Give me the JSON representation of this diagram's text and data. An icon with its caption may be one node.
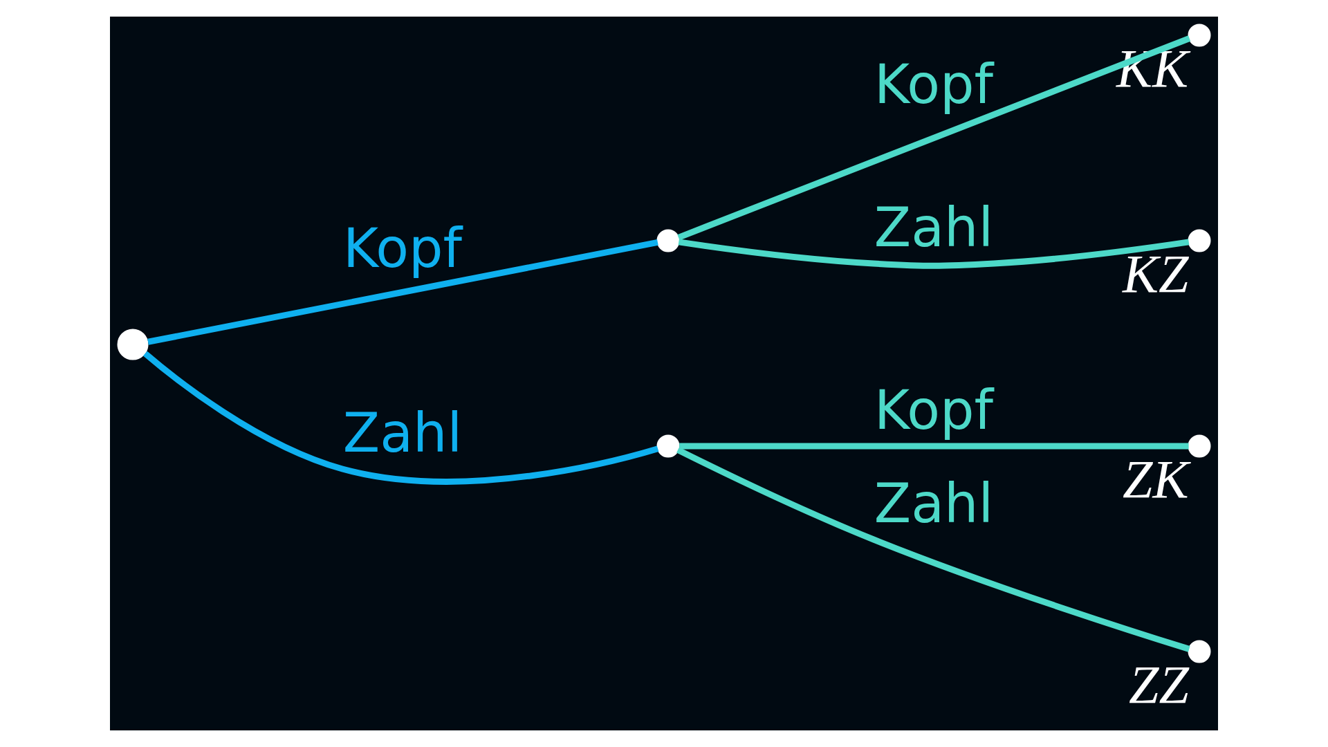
{
  "diagram": {
    "nodes": [
      {
        "text": [],
        "shape": "circle"
      },
      {
        "text": [],
        "shape": "circle"
      },
      {
        "text": [],
        "shape": "circle"
      },
      {
        "text": [],
        "shape": "circle",
        "beside": [
          "KK"
        ]
      },
      {
        "text": [],
        "shape": "circle",
        "beside": [
          "KZ"
        ]
      },
      {
        "text": [],
        "shape": "circle",
        "beside": [
          "ZK"
        ]
      },
      {
        "text": [],
        "shape": "circle",
        "beside": [
          "ZZ"
        ]
      }
    ],
    "edges": [
      {
        "from": 0,
        "to": 1,
        "arrow": "none",
        "label": "Kopf",
        "color": "#0fb0ef"
      },
      {
        "from": 0,
        "to": 2,
        "arrow": "none",
        "label": "Zahl",
        "color": "#0fb0ef"
      },
      {
        "from": 1,
        "to": 3,
        "arrow": "none",
        "label": "Kopf"
      },
      {
        "from": 1,
        "to": 4,
        "arrow": "none",
        "label": "Zahl"
      },
      {
        "from": 2,
        "to": 5,
        "arrow": "none",
        "label": "Kopf"
      },
      {
        "from": 2,
        "to": 6,
        "arrow": "none",
        "label": "Zahl"
      }
    ]
  }
}
